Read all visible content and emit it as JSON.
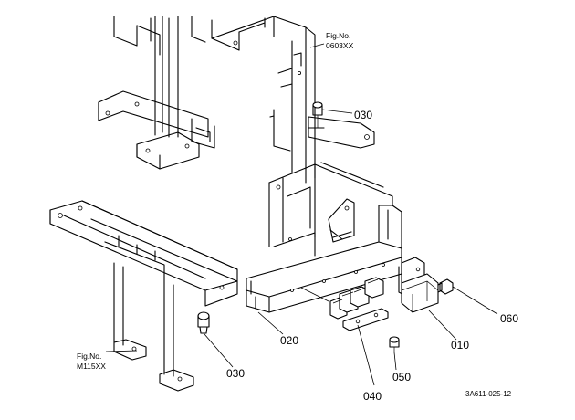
{
  "figure_refs": {
    "top": {
      "line1": "Fig.No.",
      "line2": "0603XX"
    },
    "bottom": {
      "line1": "Fig.No.",
      "line2": "M115XX"
    }
  },
  "parts": [
    {
      "id": "p030a",
      "number": "030"
    },
    {
      "id": "p030b",
      "number": "030"
    },
    {
      "id": "p060",
      "number": "060"
    },
    {
      "id": "p020",
      "number": "020"
    },
    {
      "id": "p010",
      "number": "010"
    },
    {
      "id": "p050",
      "number": "050"
    },
    {
      "id": "p040",
      "number": "040"
    }
  ],
  "drawing_code": "3A611-025-12"
}
